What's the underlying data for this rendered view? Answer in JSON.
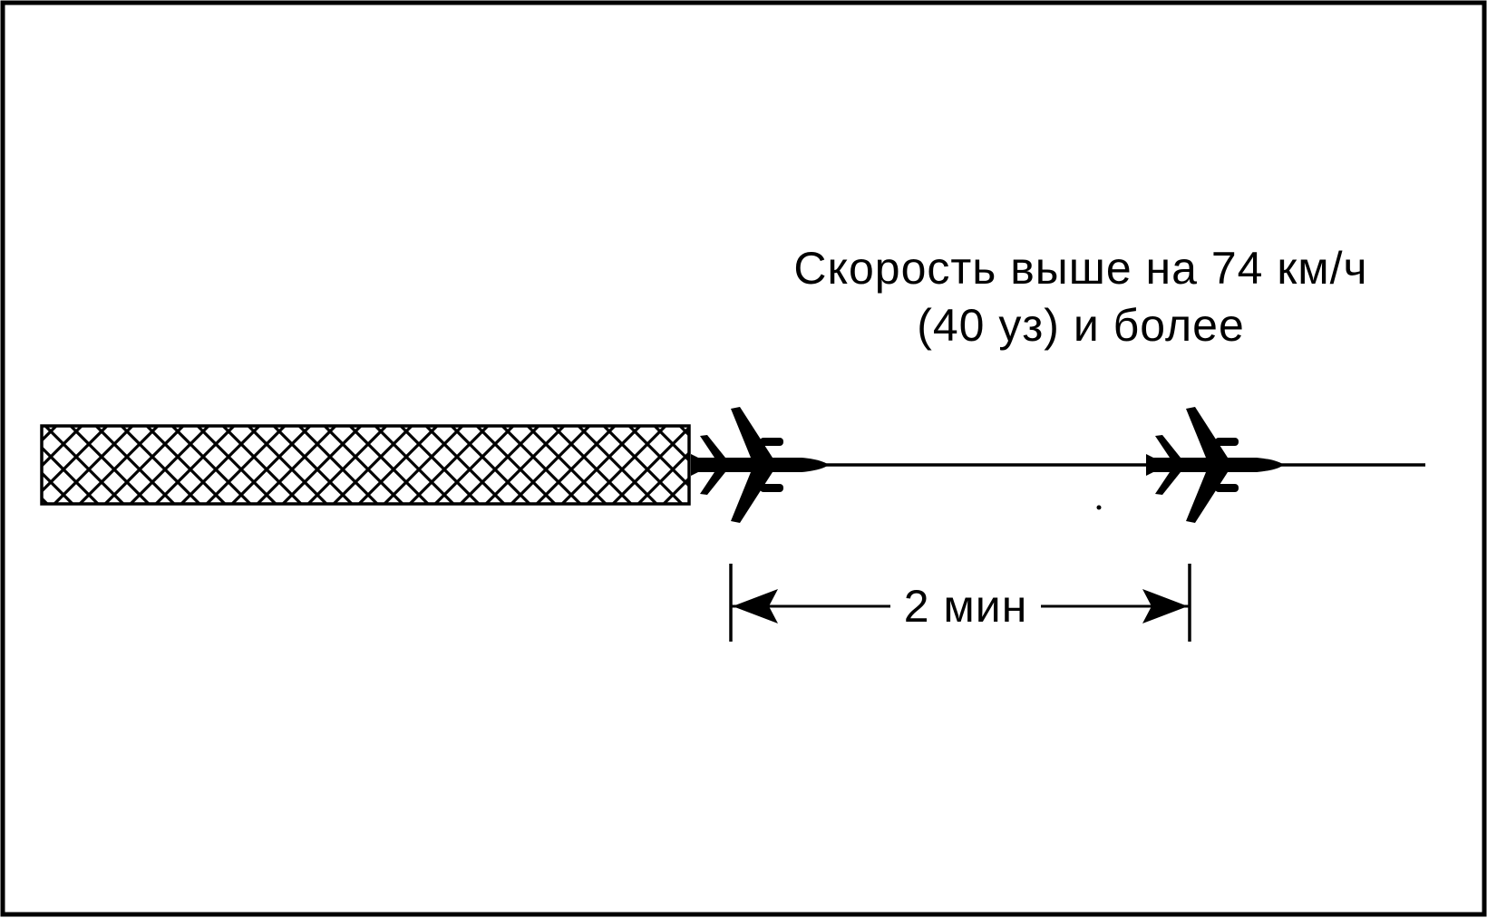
{
  "diagram": {
    "speed_caption": {
      "line1": "Скорость выше на 74 км/ч",
      "line2": "(40 уз) и более"
    },
    "interval_label": "2 мин",
    "icons": {
      "runway": "hatched-runway-icon",
      "aircraft": "jet-aircraft-icon",
      "arrow": "dimension-arrow-icon"
    },
    "colors": {
      "ink": "#000000",
      "background": "#ffffff"
    }
  }
}
